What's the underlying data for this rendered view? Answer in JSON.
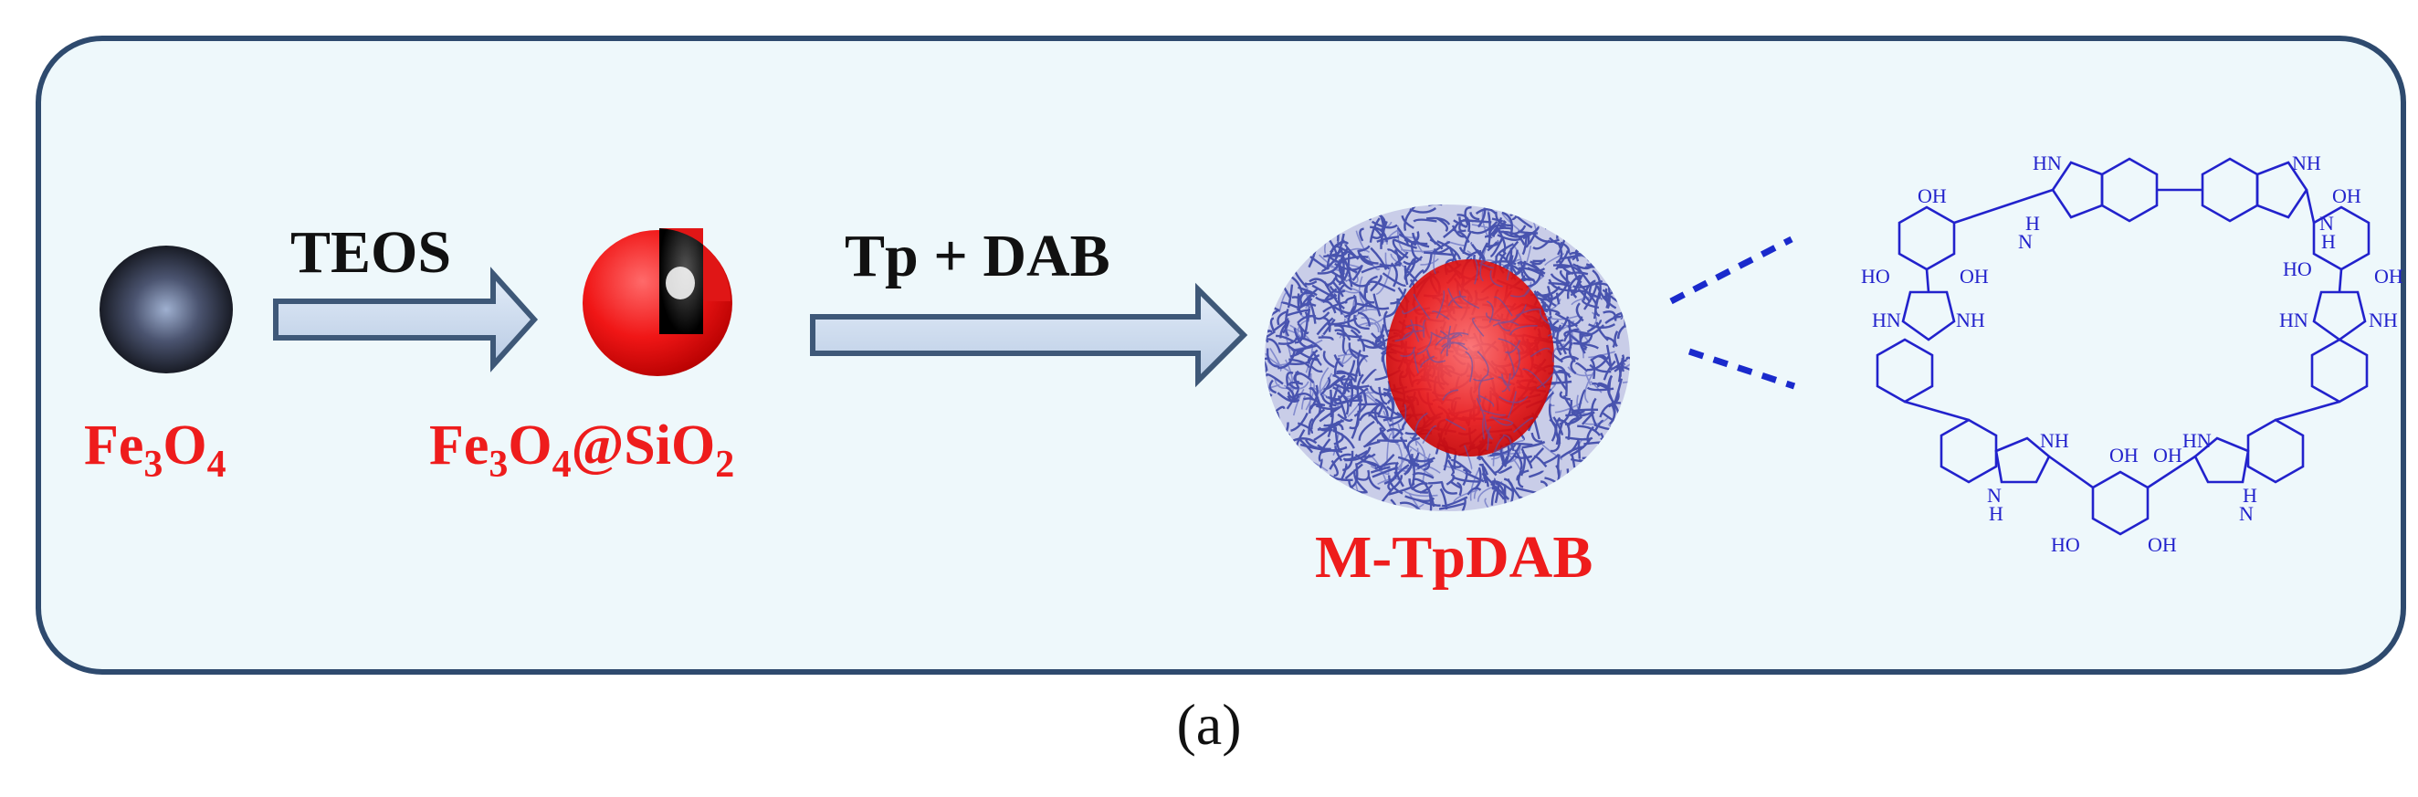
{
  "colors": {
    "panel_fill": "#eef8fb",
    "panel_stroke": "#2e4a6e",
    "label_red": "#ee1c1c",
    "arrow_fill": "#cfdcef",
    "arrow_stroke": "#3e5878",
    "mesh_blue": "#3a46a8",
    "chem_blue": "#2222cc"
  },
  "steps": {
    "reagent_1": "TEOS",
    "reagent_2": "Tp + DAB"
  },
  "labels": {
    "fe3o4": {
      "base1": "Fe",
      "sub1": "3",
      "base2": "O",
      "sub2": "4"
    },
    "fe3o4_sio2": {
      "base1": "Fe",
      "sub1": "3",
      "base2": "O",
      "sub2": "4",
      "base3": "@SiO",
      "sub3": "2"
    },
    "product": "M-TpDAB"
  },
  "structure": {
    "oh": "OH",
    "ho": "HO",
    "hn": "HN",
    "nh": "NH",
    "h": "H",
    "n": "N"
  },
  "caption": "(a)",
  "icons": [
    "magnetite-sphere-icon",
    "core-shell-sphere-icon",
    "cof-shell-sphere-icon",
    "macrocycle-structure-icon"
  ]
}
